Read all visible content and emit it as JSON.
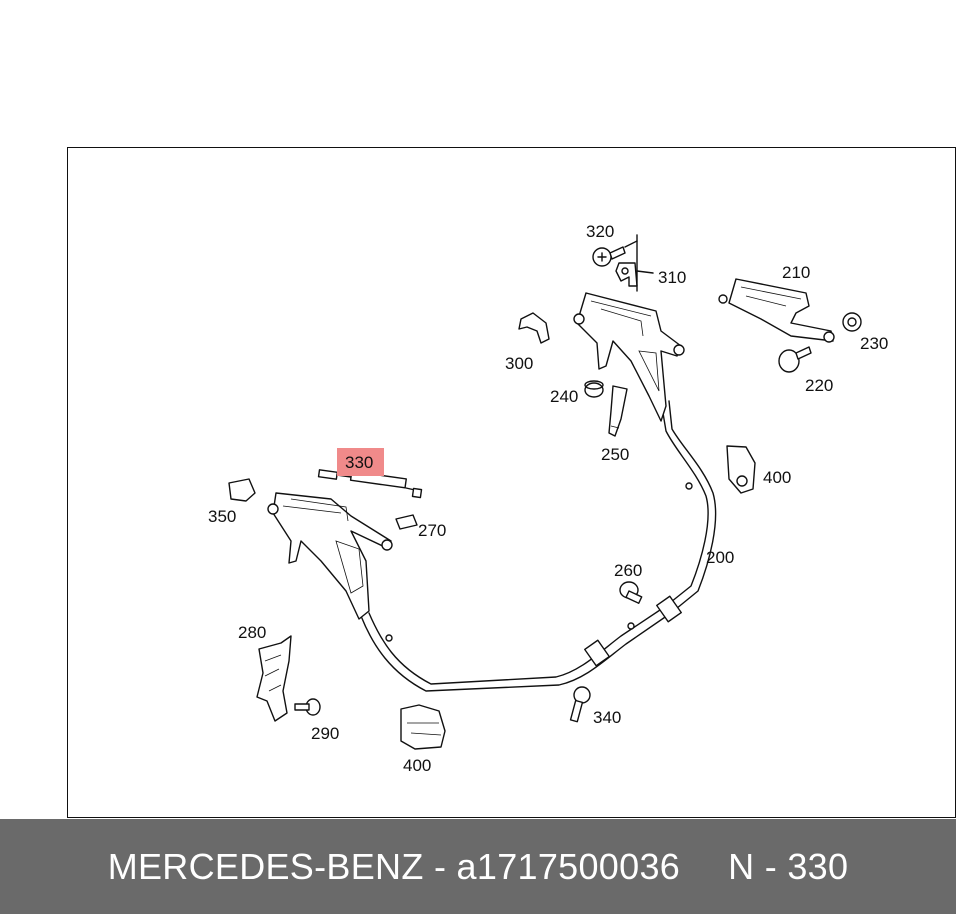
{
  "diagram": {
    "highlight_color": "#f08a8a",
    "highlighted_part": "330",
    "parts": {
      "p200": "200",
      "p210": "210",
      "p220": "220",
      "p230": "230",
      "p240": "240",
      "p250": "250",
      "p260": "260",
      "p270": "270",
      "p280": "280",
      "p290": "290",
      "p300": "300",
      "p310": "310",
      "p320": "320",
      "p330": "330",
      "p340": "340",
      "p350": "350",
      "p400a": "400",
      "p400b": "400"
    }
  },
  "footer": {
    "brand": "MERCEDES-BENZ",
    "separator": "-",
    "part_number": "a1717500036",
    "ref_prefix": "N",
    "ref_number": "330"
  }
}
